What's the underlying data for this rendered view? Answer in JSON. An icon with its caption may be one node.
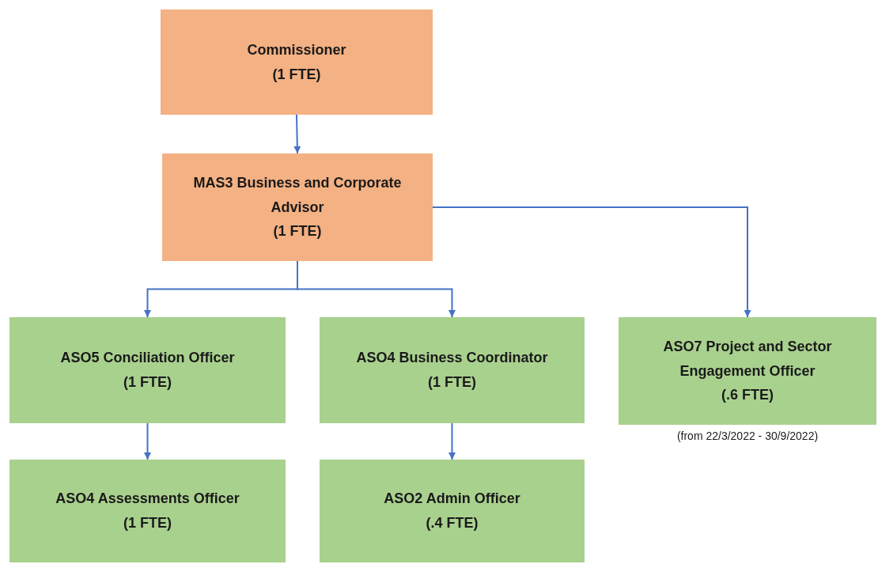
{
  "diagram": {
    "nodes": [
      {
        "text": [
          "Commissioner",
          "(1 FTE)"
        ]
      },
      {
        "text": [
          "MAS3 Business and Corporate Advisor",
          "(1 FTE)"
        ]
      },
      {
        "text": [
          "ASO5 Conciliation Officer",
          "(1 FTE)"
        ]
      },
      {
        "text": [
          "ASO4 Business Coordinator",
          "(1 FTE)"
        ]
      },
      {
        "text": [
          "ASO7 Project and Sector Engagement Officer",
          "(.6 FTE)"
        ],
        "beside": [
          "(from 22/3/2022 - 30/9/2022)"
        ]
      },
      {
        "text": [
          "ASO4 Assessments Officer",
          "(1 FTE)"
        ]
      },
      {
        "text": [
          "ASO2 Admin Officer",
          "(.4 FTE)"
        ]
      }
    ],
    "edges": [
      {
        "from": 0,
        "to": 1,
        "arrow": "to"
      },
      {
        "from": 1,
        "to": 2,
        "arrow": "to"
      },
      {
        "from": 1,
        "to": 3,
        "arrow": "to"
      },
      {
        "from": 1,
        "to": 4,
        "arrow": "to"
      },
      {
        "from": 2,
        "to": 5,
        "arrow": "to"
      },
      {
        "from": 3,
        "to": 6,
        "arrow": "to"
      }
    ]
  }
}
